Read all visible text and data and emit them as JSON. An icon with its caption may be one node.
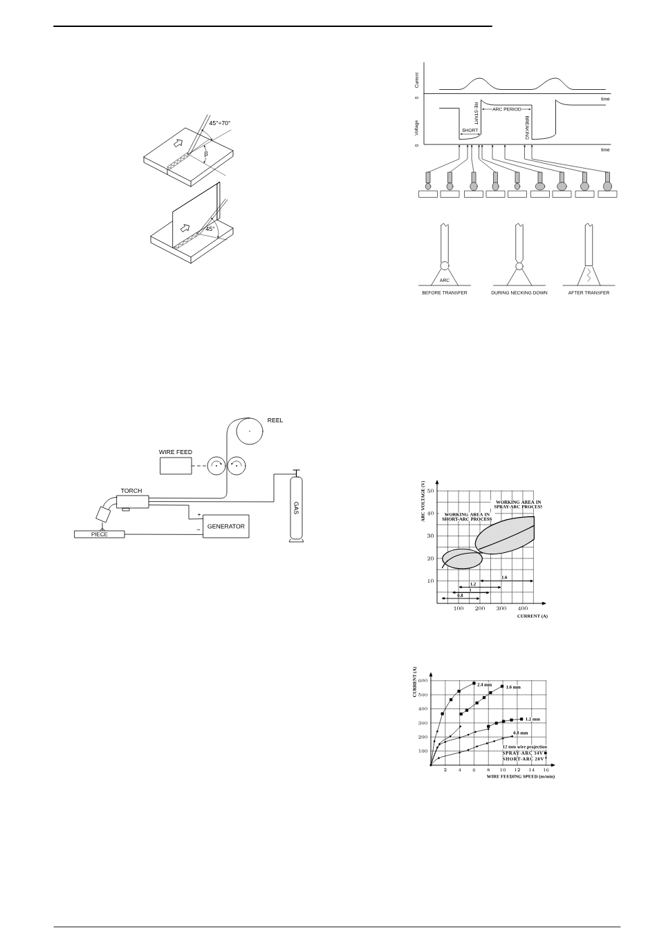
{
  "diagram": {
    "nodes": [
      {
        "text": [],
        "shape": "picture"
      },
      {
        "text": [],
        "shape": "picture"
      },
      {
        "text": [],
        "shape": "picture"
      },
      {
        "text": [],
        "shape": "picture"
      },
      {
        "text": [],
        "shape": "picture"
      },
      {
        "text": [],
        "shape": "picture"
      },
      {
        "text": [],
        "shape": "picture"
      },
      {
        "text": [],
        "shape": "picture"
      },
      {
        "text": [],
        "shape": "picture"
      },
      {
        "text": [
          "REEL"
        ]
      },
      {
        "text": [
          "WIRE FEED"
        ]
      },
      {
        "text": [],
        "shape": "circle"
      },
      {
        "text": [],
        "shape": "circle"
      },
      {
        "text": [
          "TORCH"
        ]
      },
      {
        "text": [
          "GAS"
        ]
      },
      {
        "text": [
          "GENERATOR"
        ]
      },
      {
        "text": [
          "PIECE"
        ]
      },
      {
        "text": [],
        "shape": "picture"
      },
      {
        "text": [],
        "shape": "picture",
        "beside": [
          "Current",
          "0",
          "Voltage",
          "0",
          "time"
        ]
      }
    ],
    "edges": [
      {
        "from": 0,
        "to": 18,
        "arrow": "to"
      },
      {
        "from": 1,
        "to": 18,
        "arrow": "to"
      },
      {
        "from": 2,
        "to": 18,
        "arrow": "to"
      },
      {
        "from": 3,
        "to": 18,
        "arrow": "to"
      },
      {
        "from": 4,
        "to": 18,
        "arrow": "to"
      },
      {
        "from": 5,
        "to": 18,
        "arrow": "to"
      },
      {
        "from": 6,
        "to": 18,
        "arrow": "to"
      },
      {
        "from": 7,
        "to": 18,
        "arrow": "to"
      },
      {
        "from": 8,
        "to": 18,
        "arrow": "to"
      },
      {
        "from": 10,
        "to": 11,
        "arrow": "none",
        "style": "dashed"
      },
      {
        "from": 9,
        "to": 13,
        "arrow": "none"
      },
      {
        "from": 14,
        "to": 13,
        "arrow": "none"
      },
      {
        "from": 13,
        "to": 15,
        "arrow": "none"
      },
      {
        "from": 16,
        "to": 15,
        "arrow": "none"
      },
      {
        "from": 17,
        "to": 16,
        "arrow": "none"
      }
    ],
    "labels": [
      "45°÷70°",
      "β",
      "45°",
      "time",
      "RE-START",
      "ARC PERIOD",
      "SHORT",
      "BREAKING",
      "ARC",
      "BEFORE TRANSFER",
      "DURING NECKING DOWN",
      "AFTER TRANSFER",
      "+",
      "−"
    ],
    "legend": [
      {
        "text": "SPRAY-ARC 34V"
      },
      {
        "text": "SHORT-ARC 20V"
      }
    ],
    "chart_data": [
      {
        "type": "area",
        "xlabel": "CURRENT (A)",
        "ylabel": "ARC VOLTAGE (V)",
        "xlim": [
          0,
          490
        ],
        "ylim": [
          0,
          53
        ],
        "xticks": [
          100,
          200,
          300,
          400
        ],
        "yticks": [
          10,
          20,
          30,
          40,
          50
        ],
        "annotations": [
          "WORKING AREA IN SPRAY-ARC PROCESS",
          "WORKING AREA IN SHORT-ARC PROCESS",
          {
            "text": "1.6",
            "x": 314,
            "y": 11.6
          },
          {
            "text": "1.2",
            "x": 168,
            "y": 8.6
          },
          {
            "text": "1",
            "x": 155,
            "y": 5.95
          },
          {
            "text": "0.8",
            "x": 108,
            "y": 3.5
          }
        ]
      },
      {
        "type": "line",
        "xlabel": "WIRE FEEDING SPEED (m/min)",
        "ylabel": "CURRENT (A)",
        "xlim": [
          0,
          16.7
        ],
        "ylim": [
          0,
          630
        ],
        "xticks": [
          2,
          4,
          6,
          8,
          10,
          12,
          14,
          16
        ],
        "yticks": [
          100,
          200,
          300,
          400,
          500,
          600
        ],
        "series": [
          {
            "x": [
              0,
              0.5,
              0.9,
              1.6
            ],
            "values": [
              0,
              170,
              240,
              365
            ],
            "marker": "circle"
          },
          {
            "name": "2.4 mm",
            "x": [
              1.6,
              2.8,
              3.9,
              6.0
            ],
            "values": [
              365,
              465,
              525,
              582
            ],
            "marker": "square"
          },
          {
            "x": [
              0,
              1.2,
              2.7,
              4.1
            ],
            "values": [
              0,
              150,
              205,
              275
            ],
            "marker": "circle"
          },
          {
            "name": "1.6 mm",
            "x": [
              4.2,
              5.0,
              6.4,
              7.4,
              8.3,
              9.9
            ],
            "values": [
              363,
              390,
              442,
              480,
              515,
              560
            ],
            "marker": "square"
          },
          {
            "x": [
              0,
              0.9,
              2.0,
              4.0,
              5.2,
              6.2,
              8.0
            ],
            "values": [
              0,
              125,
              165,
              195,
              216,
              236,
              257
            ],
            "marker": "circle"
          },
          {
            "name": "1.2 mm",
            "x": [
              8.0,
              9.1,
              10.1,
              11.2,
              12.6
            ],
            "values": [
              275,
              298,
              311,
              321,
              327
            ],
            "marker": "square"
          },
          {
            "name": "0.8 mm",
            "x": [
              0,
              1.1,
              4.0,
              5.2,
              6.4,
              7.8,
              8.8,
              10.0,
              11.3
            ],
            "values": [
              0,
              50,
              90,
              108,
              133,
              155,
              170,
              190,
              205
            ],
            "marker": "circle"
          }
        ],
        "annotations": [
          {
            "text": "12 mm wire projection"
          }
        ]
      }
    ]
  }
}
